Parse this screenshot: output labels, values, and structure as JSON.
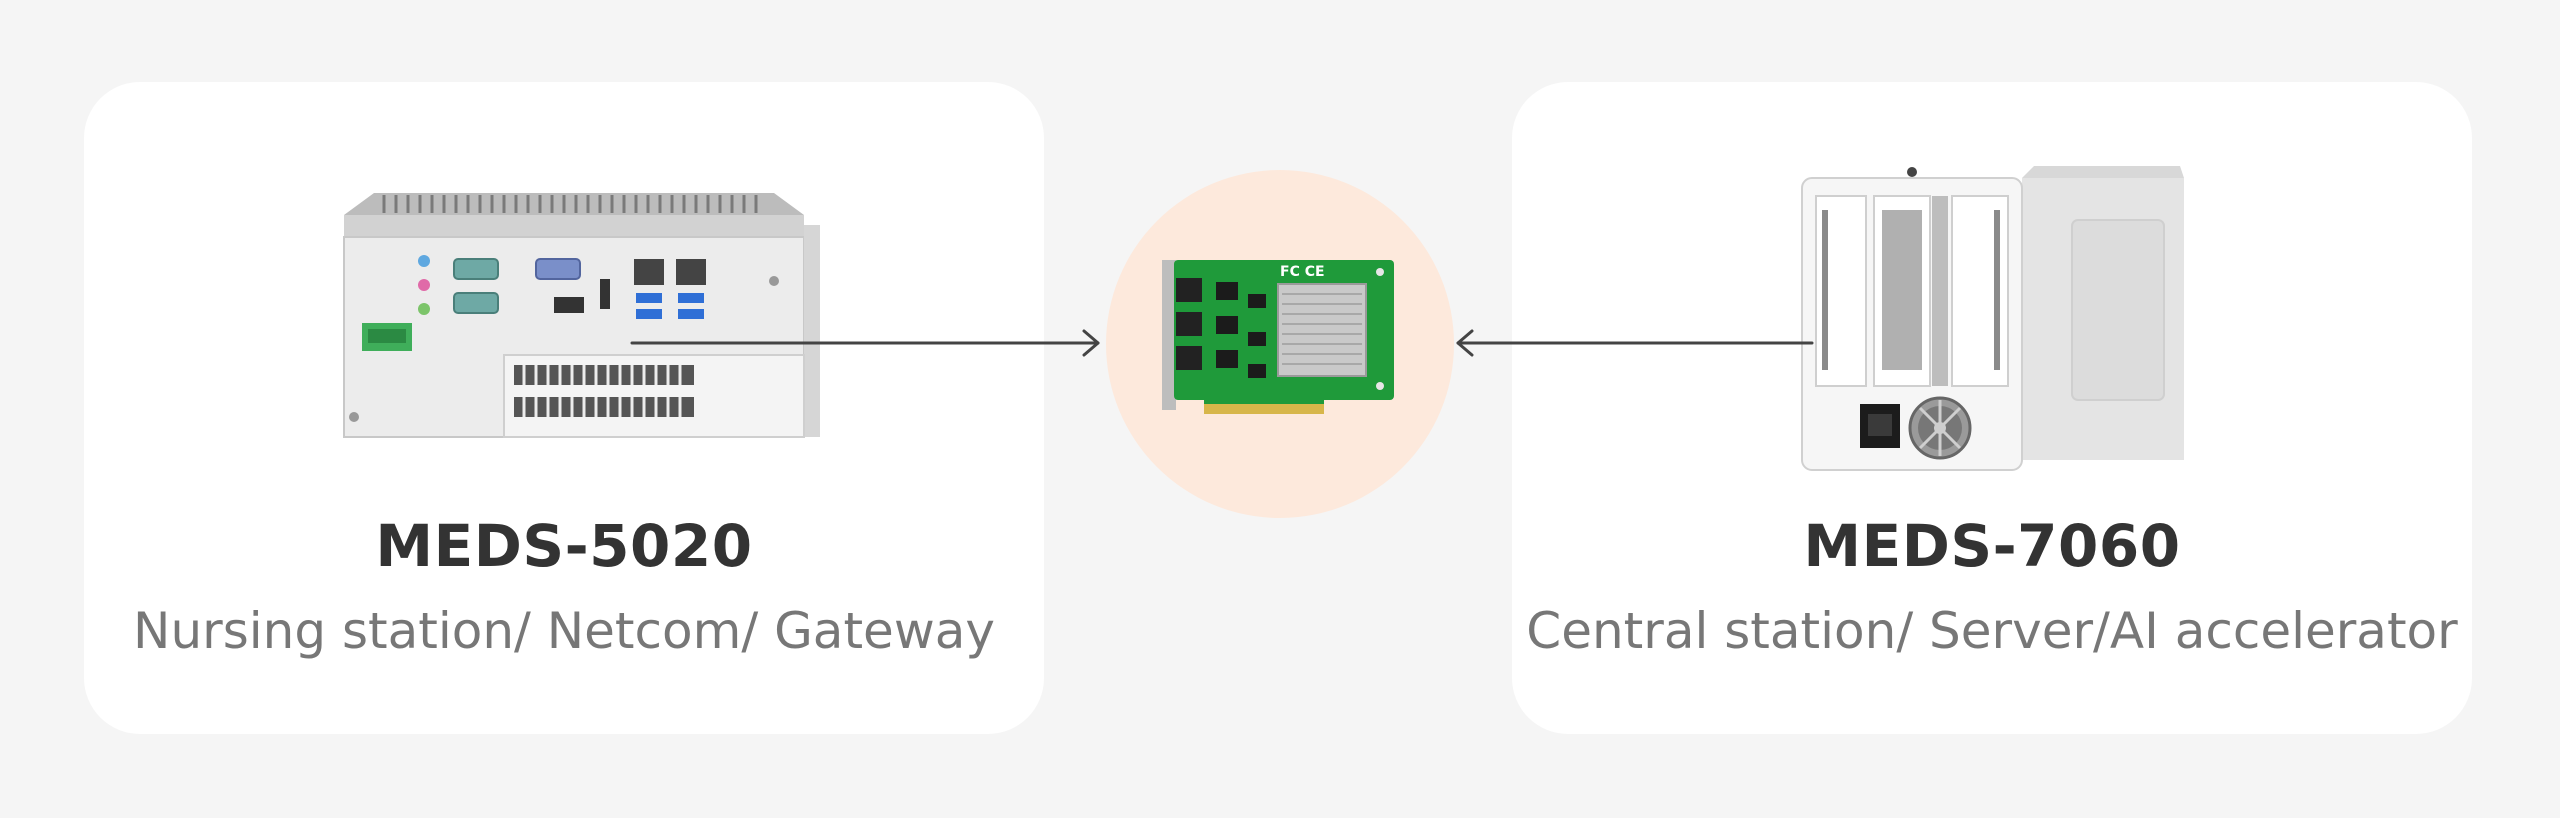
{
  "nodes": [
    {
      "id": "meds-5020",
      "name": "MEDS-5020",
      "description": "Nursing station/ Netcom/ Gateway"
    },
    {
      "id": "meds-7060",
      "name": "MEDS-7060",
      "description": "Central station/ Server/AI accelerator"
    }
  ],
  "hub": {
    "icon": "pcie-expansion-card-icon",
    "board_markings": "FC CE"
  },
  "edges": [
    {
      "from": "meds-5020",
      "to": "hub"
    },
    {
      "from": "meds-7060",
      "to": "hub"
    }
  ],
  "colors": {
    "background": "#f5f5f5",
    "card": "#ffffff",
    "hub_circle": "#fde9dc",
    "title": "#333333",
    "subtitle": "#777777",
    "arrow": "#444444",
    "pcb_green": "#1f9a3a"
  }
}
